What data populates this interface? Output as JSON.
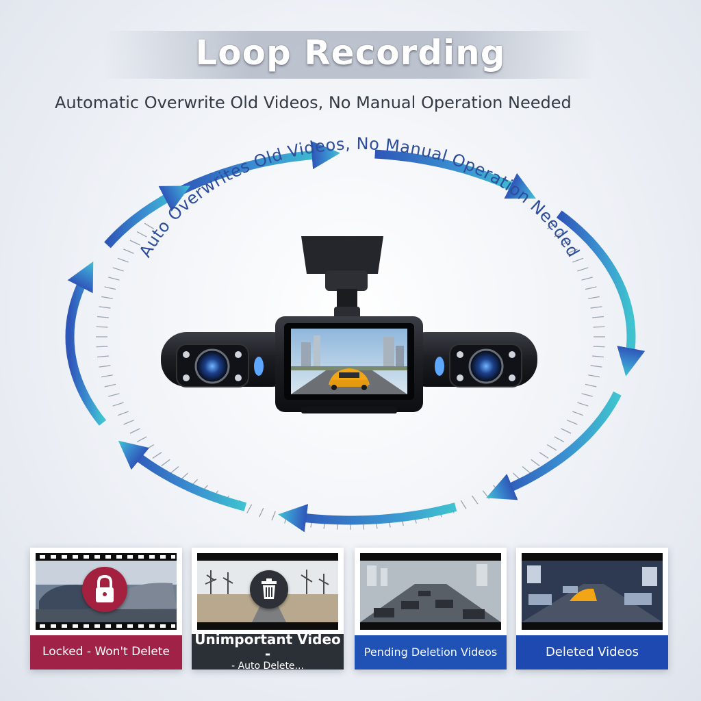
{
  "header": {
    "title": "Loop Recording",
    "subtitle": "Automatic Overwrite Old Videos, No Manual Operation Needed"
  },
  "ring": {
    "arc_text": "Auto Overwrites Old Videos, No Manual Operation Needed",
    "color_start": "#2e56b8",
    "color_end": "#3fc3cf"
  },
  "cards": [
    {
      "label": "Locked - Won't Delete",
      "sub": "",
      "icon": "lock-icon",
      "color": "#a02347"
    },
    {
      "label": "Unimportant Video -",
      "sub": "- Auto Delete...",
      "icon": "trash-icon",
      "color": "#2b3037"
    },
    {
      "label": "Pending Deletion Videos",
      "sub": "",
      "icon": "",
      "color": "#1f52b4"
    },
    {
      "label": "Deleted Videos",
      "sub": "",
      "icon": "",
      "color": "#1d49b0"
    }
  ]
}
